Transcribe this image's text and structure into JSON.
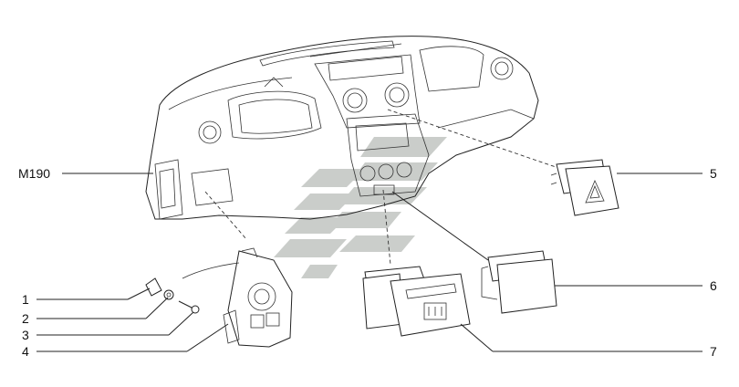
{
  "callouts": {
    "m190": "M190",
    "c1": "1",
    "c2": "2",
    "c3": "3",
    "c4": "4",
    "c5": "5",
    "c6": "6",
    "c7": "7"
  },
  "colors": {
    "line": "#222222",
    "watermark": "#b9bdb9"
  },
  "icons": {
    "hazard": "hazard-triangle-icon",
    "defrost": "rear-defrost-icon"
  }
}
